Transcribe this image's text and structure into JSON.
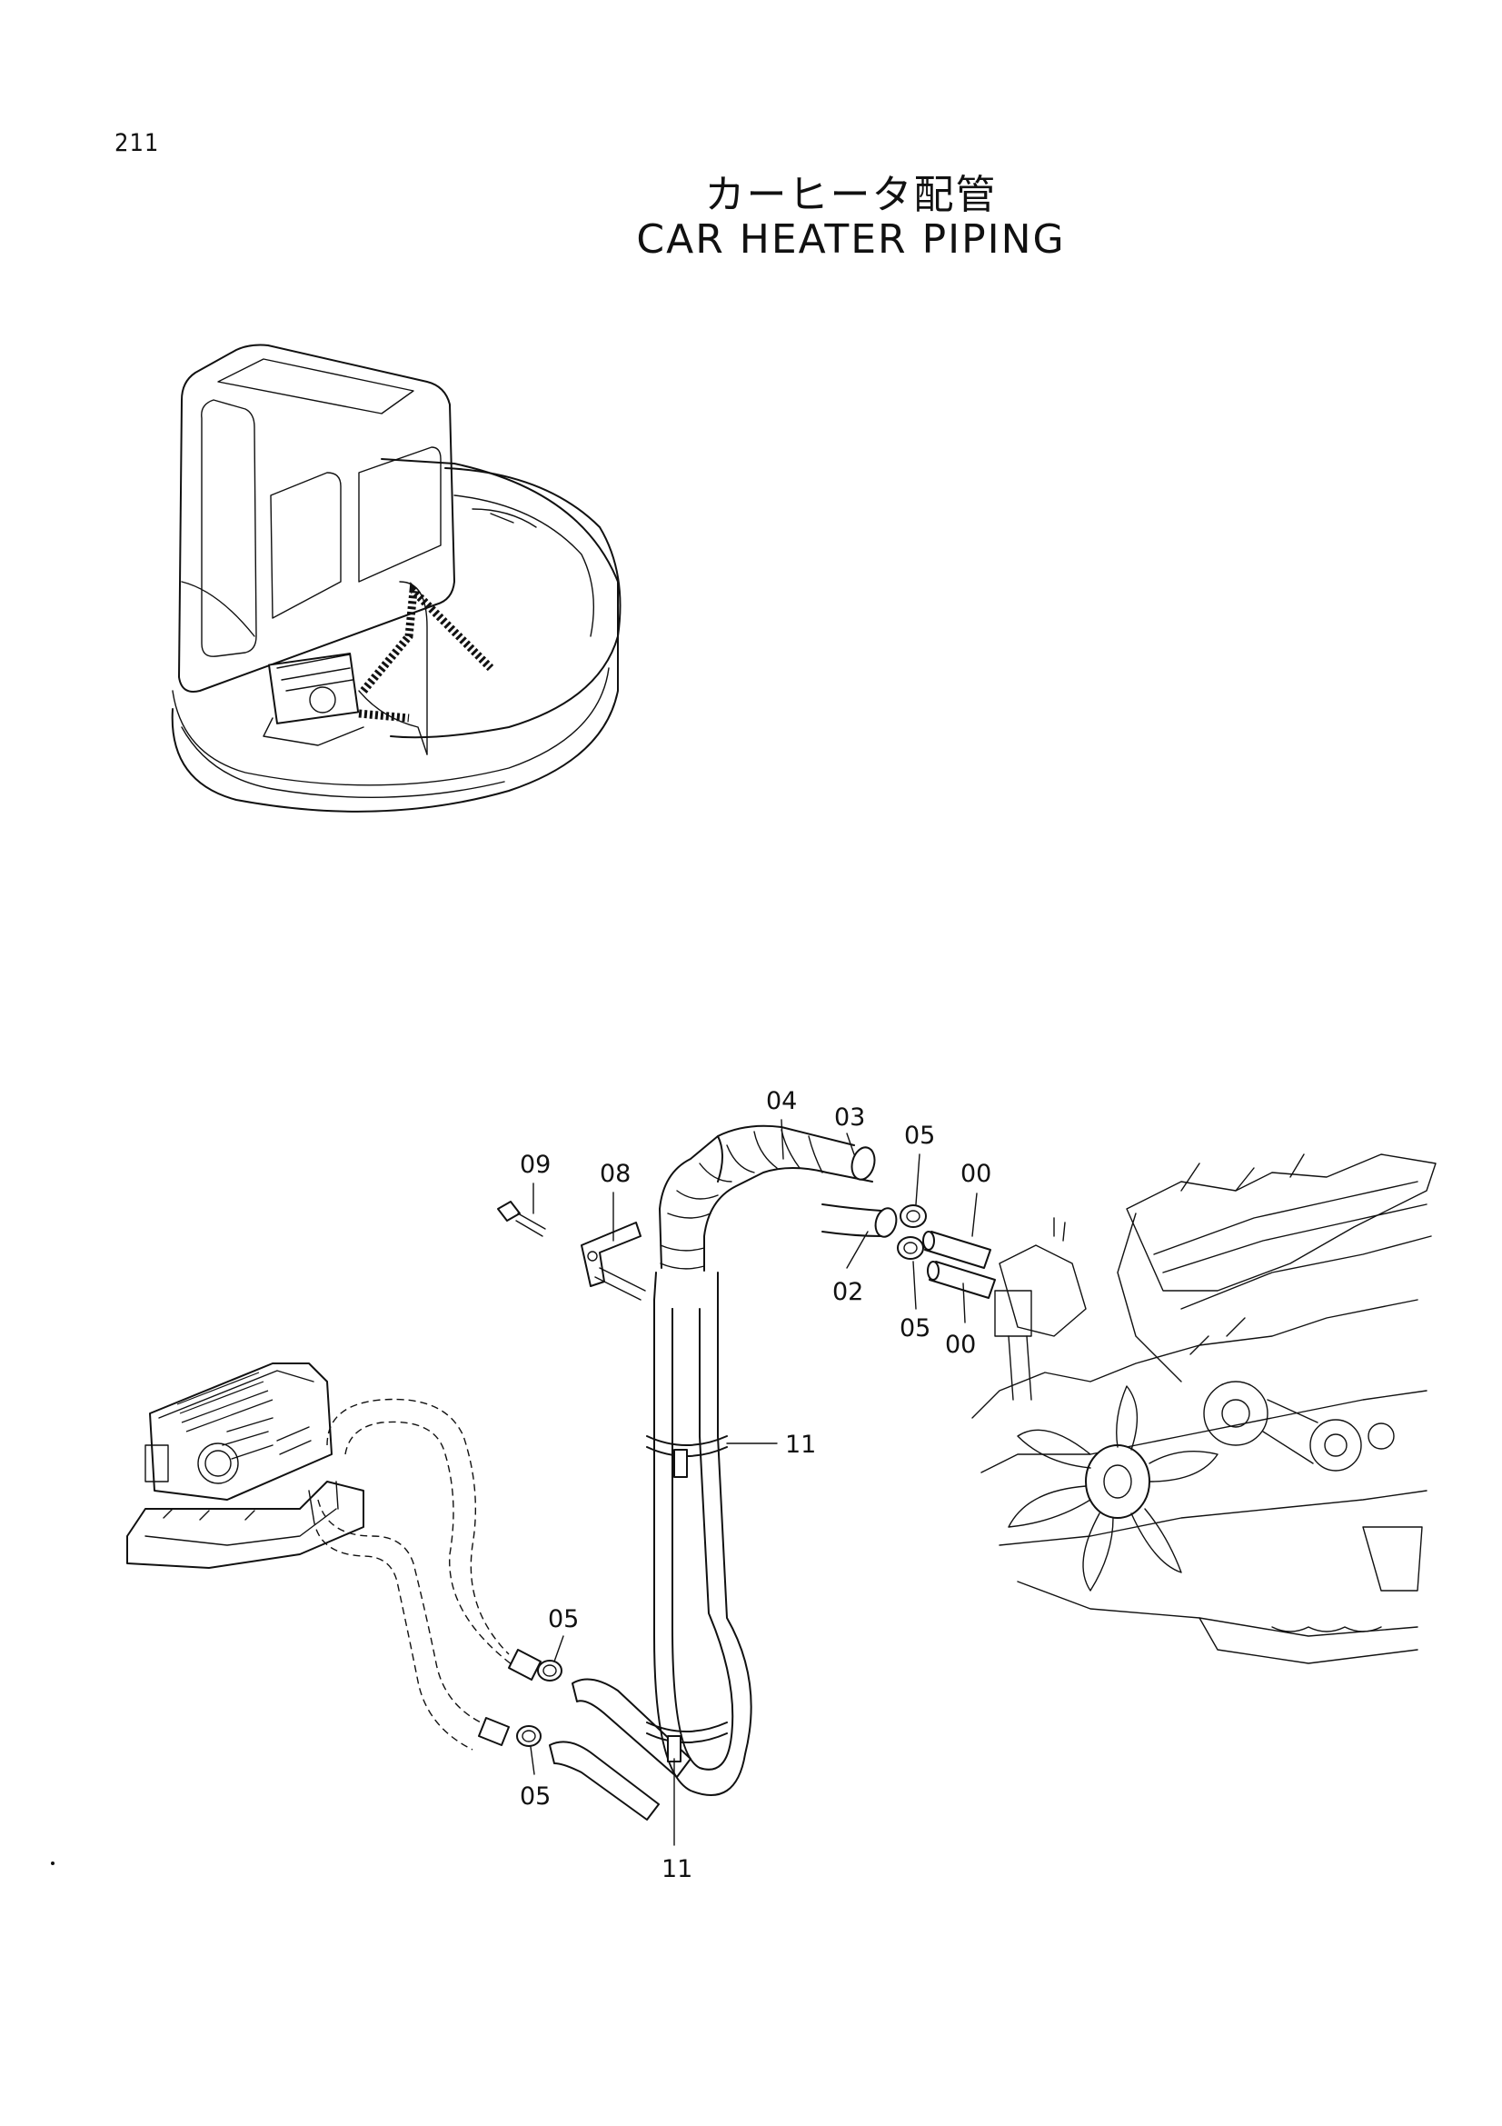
{
  "page_number": "211",
  "title_jp": "カーヒータ配管",
  "title_en": "CAR HEATER PIPING",
  "callouts": {
    "c00a": "00",
    "c00b": "00",
    "c02": "02",
    "c03": "03",
    "c04": "04",
    "c05a": "05",
    "c05b": "05",
    "c05c": "05",
    "c05d": "05",
    "c08": "08",
    "c09": "09",
    "c11a": "11",
    "c11b": "11"
  }
}
